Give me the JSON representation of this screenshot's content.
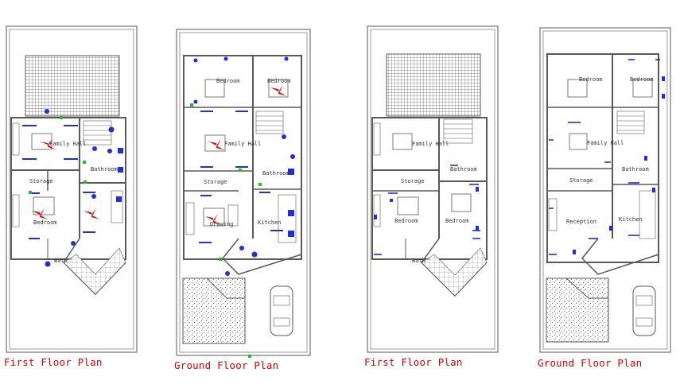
{
  "colors": {
    "line": "#5a5a5a",
    "caption": "#e00000",
    "fixture_blue": "#1f2fe0",
    "fan_red": "#e01010",
    "switch_green": "#22c022",
    "hatch": "#6a6a6a"
  },
  "plans": [
    {
      "caption": "First Floor Plan",
      "rooms": {
        "family_hall": "Family Hall",
        "bathroom": "Bathroom",
        "storage": "Storage",
        "bedroom": "Bedroom",
        "bath": "Bath"
      }
    },
    {
      "caption": "Ground Floor Plan",
      "rooms": {
        "bedroom_left": "Bedroom",
        "bedroom_right": "Bedroom",
        "family_hall": "Family Hall",
        "bathroom": "Bathroom",
        "storage": "Storage",
        "drawing": "Drawing",
        "kitchen": "Kitchen"
      }
    },
    {
      "caption": "First Floor Plan",
      "rooms": {
        "family_hall": "Family Hall",
        "bathroom": "Bathroom",
        "storage": "Storage",
        "bedroom_left": "Bedroom",
        "bedroom_right": "Bedroom",
        "bath": "Bath"
      }
    },
    {
      "caption": "Ground Floor Plan",
      "rooms": {
        "bedroom_left": "Bedroom",
        "bedroom_right": "Bedroom",
        "family_hall": "Family Hall",
        "bathroom": "Bathroom",
        "storage": "Storage",
        "reception": "Reception",
        "kitchen": "Kitchen"
      }
    }
  ]
}
